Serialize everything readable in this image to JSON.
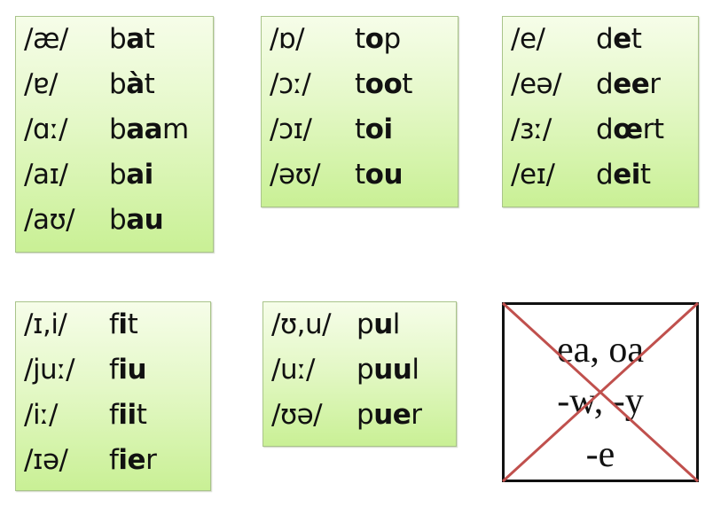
{
  "cards": [
    {
      "id": "a-vowels",
      "rows": [
        {
          "ipa": "/æ/",
          "pre": "b",
          "bold": "a",
          "post": "t"
        },
        {
          "ipa": "/ɐ/",
          "pre": "b",
          "bold": "à",
          "post": "t"
        },
        {
          "ipa": "/ɑː/",
          "pre": "b",
          "bold": "aa",
          "post": "m"
        },
        {
          "ipa": "/aɪ/",
          "pre": "b",
          "bold": "ai",
          "post": ""
        },
        {
          "ipa": "/aʊ/",
          "pre": "b",
          "bold": "au",
          "post": ""
        }
      ]
    },
    {
      "id": "o-vowels",
      "rows": [
        {
          "ipa": "/ɒ/",
          "pre": "t",
          "bold": "o",
          "post": "p"
        },
        {
          "ipa": "/ɔː/",
          "pre": "t",
          "bold": "oo",
          "post": "t"
        },
        {
          "ipa": "/ɔɪ/",
          "pre": "t",
          "bold": "oi",
          "post": ""
        },
        {
          "ipa": "/əʊ/",
          "pre": "t",
          "bold": "ou",
          "post": ""
        }
      ]
    },
    {
      "id": "e-vowels",
      "rows": [
        {
          "ipa": "/e/",
          "pre": "d",
          "bold": "e",
          "post": "t"
        },
        {
          "ipa": "/eə/",
          "pre": "d",
          "bold": "ee",
          "post": "r"
        },
        {
          "ipa": "/ɜː/",
          "pre": "d",
          "bold": "œ",
          "post": "rt"
        },
        {
          "ipa": "/eɪ/",
          "pre": "d",
          "bold": "ei",
          "post": "t"
        }
      ]
    },
    {
      "id": "i-vowels",
      "rows": [
        {
          "ipa": "/ɪ,i/",
          "pre": "f",
          "bold": "i",
          "post": "t"
        },
        {
          "ipa": "/juː/",
          "pre": "f",
          "bold": "iu",
          "post": ""
        },
        {
          "ipa": "/iː/",
          "pre": "f",
          "bold": "ii",
          "post": "t"
        },
        {
          "ipa": "/ɪə/",
          "pre": "f",
          "bold": "ie",
          "post": "r"
        }
      ]
    },
    {
      "id": "u-vowels",
      "rows": [
        {
          "ipa": "/ʊ,u/",
          "pre": "p",
          "bold": "u",
          "post": "l"
        },
        {
          "ipa": "/uː/",
          "pre": "p",
          "bold": "uu",
          "post": "l"
        },
        {
          "ipa": "/ʊə/",
          "pre": "p",
          "bold": "ue",
          "post": "r"
        }
      ]
    }
  ],
  "crossed_box": {
    "lines": [
      "ea, oa",
      "-w, -y",
      "-e"
    ],
    "cross_color": "#c0504d"
  },
  "colors": {
    "card_top": "#f6fde9",
    "card_bottom": "#c9f095",
    "card_border": "#a9c48a"
  }
}
